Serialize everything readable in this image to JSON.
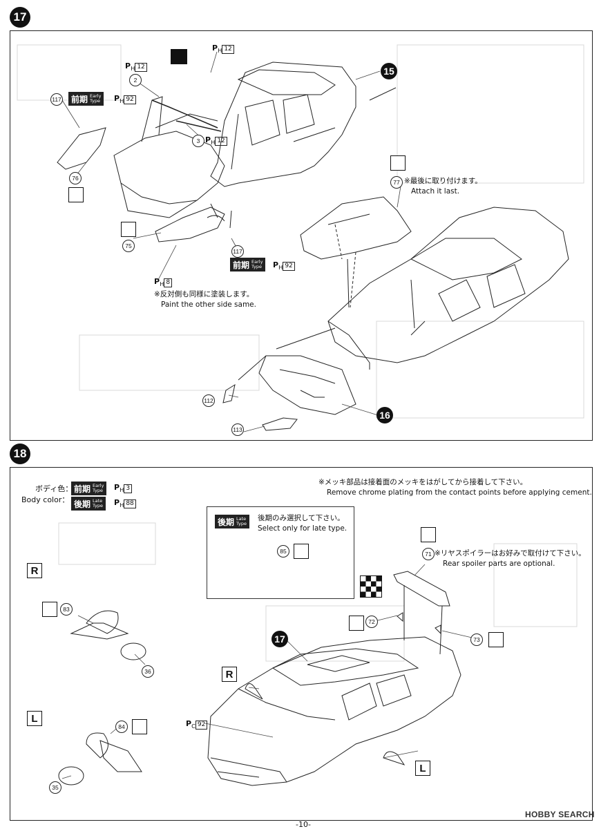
{
  "step17": {
    "number": "17",
    "parts": {
      "p2": "2",
      "p3": "3",
      "p75": "75",
      "p76": "76",
      "p77": "77",
      "p112": "112",
      "p113": "113",
      "p117a": "117",
      "p117b": "117",
      "sub15": "15",
      "sub16": "16"
    },
    "refs": {
      "ph12_a": "12",
      "ph12_b": "12",
      "ph92_a": "92",
      "ph92_b": "92",
      "ph8": "8"
    },
    "early_jp": "前期",
    "early_en1": "Early",
    "early_en2": "Type",
    "attach_last_jp": "※最後に取り付けます。",
    "attach_last_en": "Attach it last.",
    "paint_other_jp": "※反対側も同様に塗装します。",
    "paint_other_en": "Paint the other side same."
  },
  "step18": {
    "number": "18",
    "body_color_jp": "ボディ色：",
    "body_color_en": "Body color：",
    "early_jp": "前期",
    "early_en1": "Early",
    "early_en2": "Type",
    "late_jp": "後期",
    "late_en1": "Late",
    "late_en2": "Type",
    "ref_early": "3",
    "ref_late": "88",
    "chrome_jp": "※メッキ部品は接着面のメッキをはがしてから接着して下さい。",
    "chrome_en": "Remove chrome plating from the contact points before applying cement.",
    "late_only_jp": "後期のみ選択して下さい。",
    "late_only_en": "Select only for late type.",
    "spoiler_jp": "※リヤスポイラーはお好みで取付けて下さい。",
    "spoiler_en": "Rear spoiler parts are optional.",
    "parts": {
      "p35": "35",
      "p36": "36",
      "p71": "71",
      "p72": "72",
      "p73": "73",
      "p83": "83",
      "p84": "84",
      "p85": "85",
      "sub17": "17"
    },
    "ref_pc92": "92",
    "side_r": "R",
    "side_l": "L"
  },
  "footer": {
    "page": "-10-"
  },
  "watermark": "HOBBY SEARCH"
}
